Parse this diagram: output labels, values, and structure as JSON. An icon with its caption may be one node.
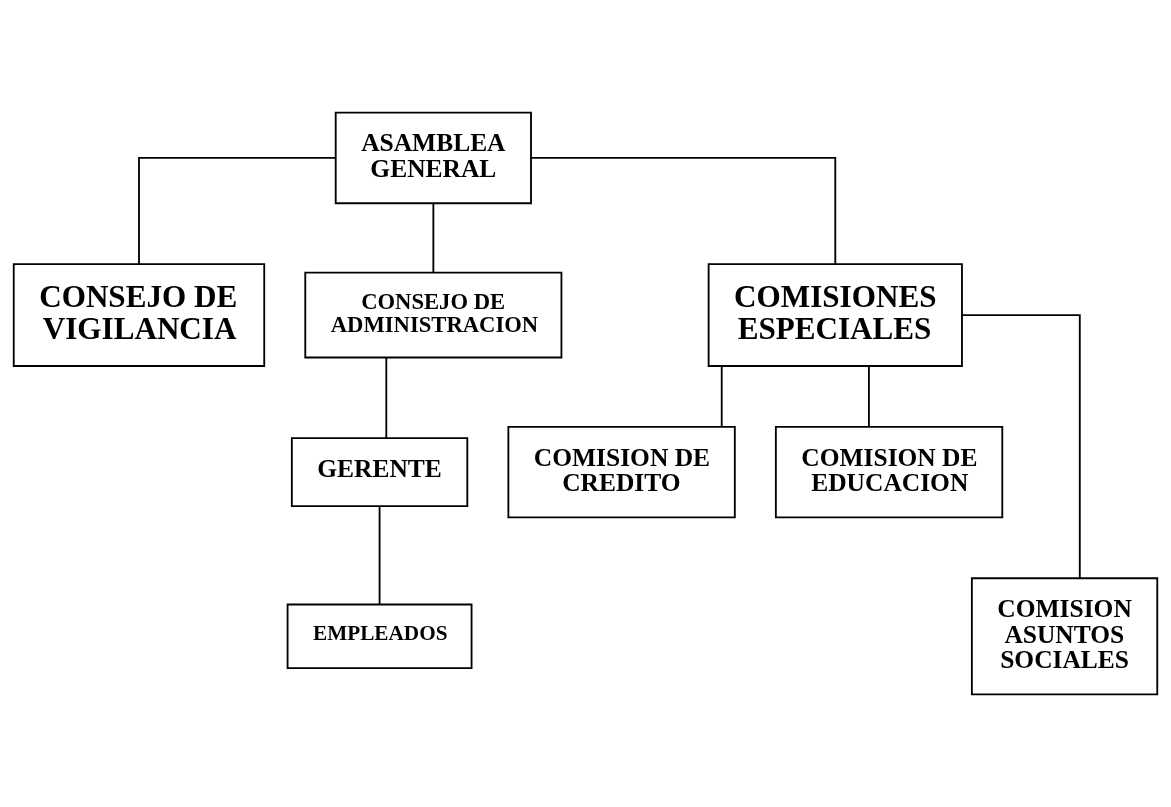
{
  "diagram": {
    "nodes": [
      {
        "text": [
          "ASAMBLEA GENERAL"
        ]
      },
      {
        "text": [
          "CONSEJO DE VIGILANCIA"
        ]
      },
      {
        "text": [
          "CONSEJO DE ADMINISTRACION"
        ]
      },
      {
        "text": [
          "COMISIONES ESPECIALES"
        ]
      },
      {
        "text": [
          "GERENTE"
        ]
      },
      {
        "text": [
          "EMPLEADOS"
        ]
      },
      {
        "text": [
          "COMISION DE CREDITO"
        ]
      },
      {
        "text": [
          "COMISION DE EDUCACION"
        ]
      },
      {
        "text": [
          "COMISION ASUNTOS SOCIALES"
        ]
      }
    ],
    "edges": [
      {
        "from": 0,
        "to": 1,
        "arrow": "none"
      },
      {
        "from": 0,
        "to": 2,
        "arrow": "none"
      },
      {
        "from": 0,
        "to": 3,
        "arrow": "none"
      },
      {
        "from": 2,
        "to": 4,
        "arrow": "none"
      },
      {
        "from": 4,
        "to": 5,
        "arrow": "none"
      },
      {
        "from": 3,
        "to": 6,
        "arrow": "none"
      },
      {
        "from": 3,
        "to": 7,
        "arrow": "none"
      },
      {
        "from": 3,
        "to": 8,
        "arrow": "none"
      }
    ]
  }
}
